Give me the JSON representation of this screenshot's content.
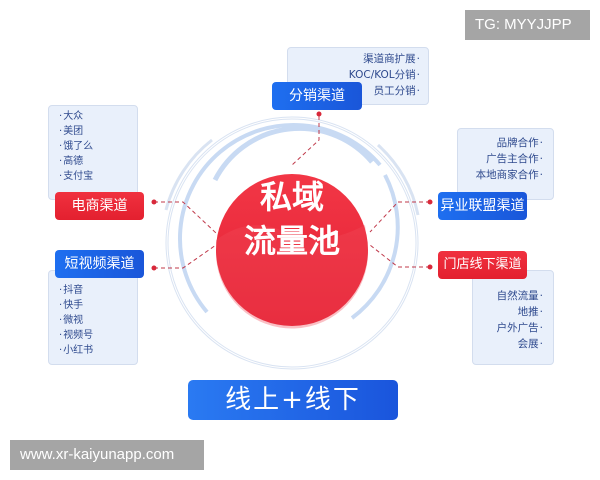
{
  "watermarks": {
    "top_right": "TG: MYYJJPP",
    "bottom_left": "www.xr-kaiyunapp.com"
  },
  "center": {
    "line1": "私域",
    "line2": "流量池",
    "color": "#e8263a"
  },
  "bottom_button": {
    "label": "线上+线下",
    "color": "#1f63e6"
  },
  "channels": {
    "distribution": {
      "label": "分销渠道",
      "color": "#1f63e6",
      "items": [
        "渠道商扩展",
        "KOC/KOL分销",
        "员工分销"
      ]
    },
    "ecommerce": {
      "label": "电商渠道",
      "color": "#e8263a",
      "items": [
        "大众",
        "美团",
        "饿了么",
        "高德",
        "支付宝"
      ]
    },
    "short_video": {
      "label": "短视频渠道",
      "color": "#1f63e6",
      "items": [
        "抖音",
        "快手",
        "微视",
        "视频号",
        "小红书"
      ]
    },
    "alliance": {
      "label": "异业联盟渠道",
      "color": "#1f63e6",
      "items": [
        "品牌合作",
        "广告主合作",
        "本地商家合作"
      ]
    },
    "offline_store": {
      "label": "门店线下渠道",
      "color": "#e8263a",
      "items": [
        "自然流量",
        "地推",
        "户外广告",
        "会展"
      ]
    }
  },
  "colors": {
    "list_bg": "#e9f0fb",
    "list_text": "#2f4a8e",
    "ring": "#c9dbf3",
    "connector": "#c0394a"
  }
}
